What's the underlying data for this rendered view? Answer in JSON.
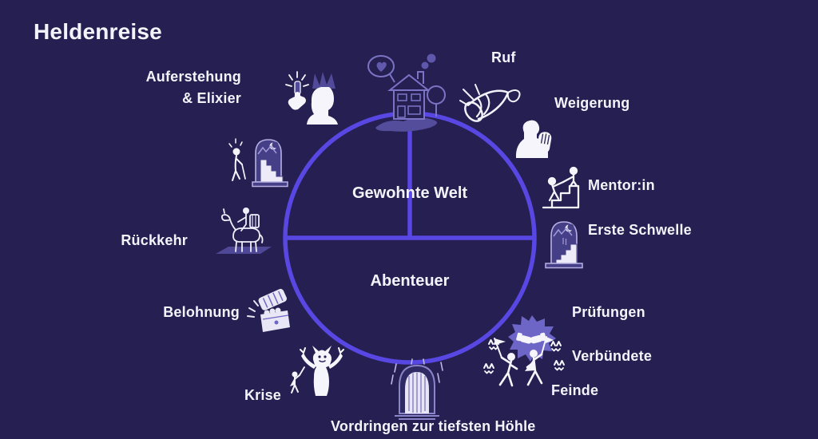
{
  "title": "Heldenreise",
  "colors": {
    "background": "#262052",
    "accent": "#5847e3",
    "text": "#f4f3fa",
    "muted_icon": "#7b74c6",
    "badge_fill": "#6d66c6",
    "arch_fill": "#453f88"
  },
  "circle": {
    "upper_label": "Gewohnte Welt",
    "lower_label": "Abenteuer",
    "upper_icon": "home-icon"
  },
  "stages": [
    {
      "label": "Ruf",
      "icon": "horn-icon"
    },
    {
      "label": "Weigerung",
      "icon": "praying-person-icon"
    },
    {
      "label": "Mentor:in",
      "icon": "mentor-helping-icon"
    },
    {
      "label": "Erste Schwelle",
      "icon": "threshold-door-icon"
    },
    {
      "label": "Prüfungen",
      "icon": "handshake-badge-icon"
    },
    {
      "label": "Verbündete",
      "icon": "handshake-badge-icon"
    },
    {
      "label": "Feinde",
      "icon": "fighting-figures-icon"
    },
    {
      "label": "Vordringen zur tiefsten Höhle",
      "icon": "cave-icon"
    },
    {
      "label": "Krise",
      "icon": "monster-attack-icon"
    },
    {
      "label": "Belohnung",
      "icon": "treasure-chest-icon"
    },
    {
      "label": "Rückkehr",
      "icon": "camel-rider-icon"
    },
    {
      "label": "Auferstehung\n& Elixier",
      "icon": "crown-elixir-icon"
    }
  ],
  "extra_icon": "return-threshold-icon"
}
